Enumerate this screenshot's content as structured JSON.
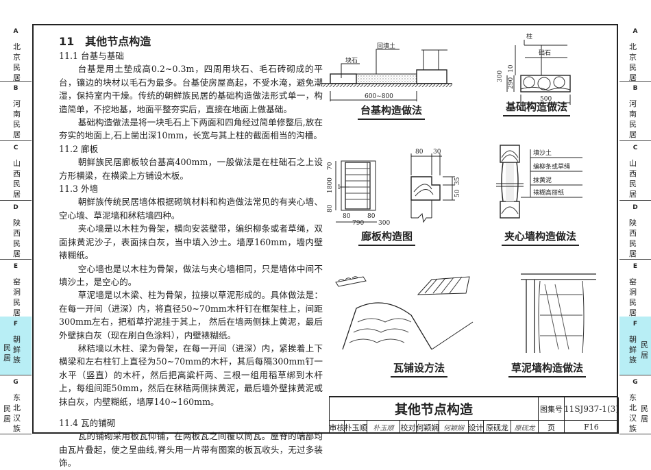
{
  "side_tabs": [
    {
      "letter": "A",
      "name": "北京民居",
      "sub": ""
    },
    {
      "letter": "B",
      "name": "河南民居",
      "sub": ""
    },
    {
      "letter": "C",
      "name": "山西民居",
      "sub": ""
    },
    {
      "letter": "D",
      "name": "陕西民居",
      "sub": ""
    },
    {
      "letter": "E",
      "name": "窑洞民居",
      "sub": ""
    },
    {
      "letter": "F",
      "name": "朝鲜族",
      "sub": "民居",
      "active": true
    },
    {
      "letter": "G",
      "name": "东北汉族",
      "sub": "民居"
    }
  ],
  "accent_color": "#b8eef5",
  "text": {
    "title": "11　其他节点构造",
    "s1_heading": "11.1 台基与基础",
    "s1_p1": "台基是用土垫成高0.2~0.3m，四周用块石、毛石砖砌成的平台，镶边的块材以毛石为最多。台基使房屋高起，不受水淹，避免潮湿，保持室内干燥。传统的朝鲜族民居的基础构造做法形式单一，构造简单，不挖地基，地面平整夯实后，直接在地面上做基础。",
    "s1_p2": "基础构造做法是将一块毛石上下两面和四角经过简单修整后,放在夯实的地面上,石上凿出深10mm，长宽与其上柱的截面相当的沟槽。",
    "s2_heading": "11.2 廊板",
    "s2_p1": "朝鲜族民居廊板较台基高400mm，一般做法是在柱础石之上设方形横梁，在横梁上方铺设木板。",
    "s3_heading": "11.3 外墙",
    "s3_p1": "朝鲜族传统民居墙体根据砌筑材料和构造做法常见的有夹心墙、空心墙、草泥墙和秫秸墙四种。",
    "s3_p2": "夹心墙是以木柱为骨架，横向安装壁带，编织柳条或者草绳，双面抹黄泥沙子，表面抹白灰，当中填入沙土。墙厚160mm，墙内壁裱糊纸。",
    "s3_p3": "空心墙也是以木柱为骨架，做法与夹心墙相同，只是墙体中间不填沙土，是空心的。",
    "s3_p4": "草泥墙是以木梁、柱为骨架，拉接以草泥形成的。具体做法是：在每一开间（进深）内，将直径50~70mm木杆钉在框架柱上，间距300mm左右，把稻草拧泥挂于其上，  然后在墙两侧抹上黄泥，最后外壁抹白灰（现在刷白色涂料），内壁裱糊纸。",
    "s3_p5": "秫秸墙以木柱、梁为骨架，在每一开间（进深）内，紧挨着上下横梁和左右柱钉上直径为50~70mm的木杆，其后每隔300mm钉一水平（竖直）的木杆，然后把高粱杆两、三根一组用稻草绑到木杆上，每组间距50mm，然后在秫秸两侧抹黄泥，最后墙外壁抹黄泥或抹白灰，内壁糊纸，墙厚140~160mm。",
    "s4_heading": "11.4 瓦的铺砌",
    "s4_p1": "瓦的铺砌采用板瓦仰铺，在两板瓦之间覆以筒瓦。屋脊的端部均由瓦片叠起，使之呈曲线,脊头用一片带有图案的板瓦收头，无过多装饰。"
  },
  "drawings": {
    "taiji": {
      "caption": "台基构造做法",
      "label_stone": "块石",
      "label_fill": "回填土",
      "dim": "600~800"
    },
    "jichu": {
      "caption": "基础构造做法",
      "label_column": "柱",
      "label_base": "础石",
      "dim_10": "10",
      "dim_290": "290",
      "dim_300": "300",
      "dim_500": "500"
    },
    "langban": {
      "caption": "廊板构造图",
      "dim_70": "70",
      "dim_1800": "1800",
      "dim_80a": "80",
      "dim_80b": "80",
      "dim_790": "790",
      "dim_80c": "80",
      "dim_300": "300",
      "dim_80d": "80",
      "dim_30": "30",
      "dim_35": "35",
      "dim_50": "50",
      "section_mark": "1"
    },
    "jiaxin": {
      "caption": "夹心墙构造做法",
      "labels": [
        "填沙土",
        "编柳条或草绳",
        "抹黄泥",
        "裱糊高丽纸"
      ]
    },
    "wa": {
      "caption": "瓦铺设方法"
    },
    "caoni": {
      "caption": "草泥墙构造做法"
    }
  },
  "title_block": {
    "title": "其他节点构造",
    "atlas_label": "图集号",
    "atlas_no": "11SJ937-1(3)",
    "review_label": "审核",
    "reviewer": "朴玉顺",
    "reviewer_sig": "朴玉顺",
    "check_label": "校对",
    "checker": "何颖娴",
    "checker_sig": "何颖娴",
    "design_label": "设计",
    "designer": "原砚龙",
    "designer_sig": "原砚龙",
    "page_label": "页",
    "page_no": "F16"
  }
}
